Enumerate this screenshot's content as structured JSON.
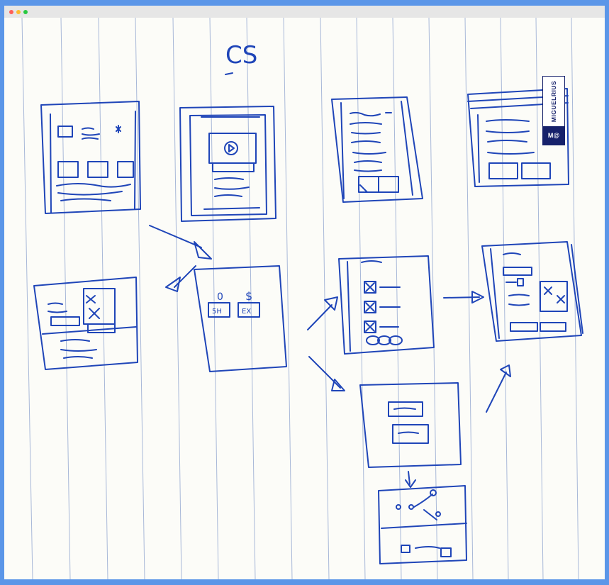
{
  "window": {
    "controls": [
      "close",
      "minimize",
      "maximize"
    ]
  },
  "sketch": {
    "heading": "CS",
    "annotations": [
      "0",
      "$",
      "5H",
      "EX"
    ],
    "ink_color": "#1f45b8",
    "rule_color": "#a8b8d8",
    "paper_color": "#fcfcf8"
  },
  "logo": {
    "mark": "M@",
    "text": "MIGUELRIUS",
    "color": "#16216b"
  }
}
